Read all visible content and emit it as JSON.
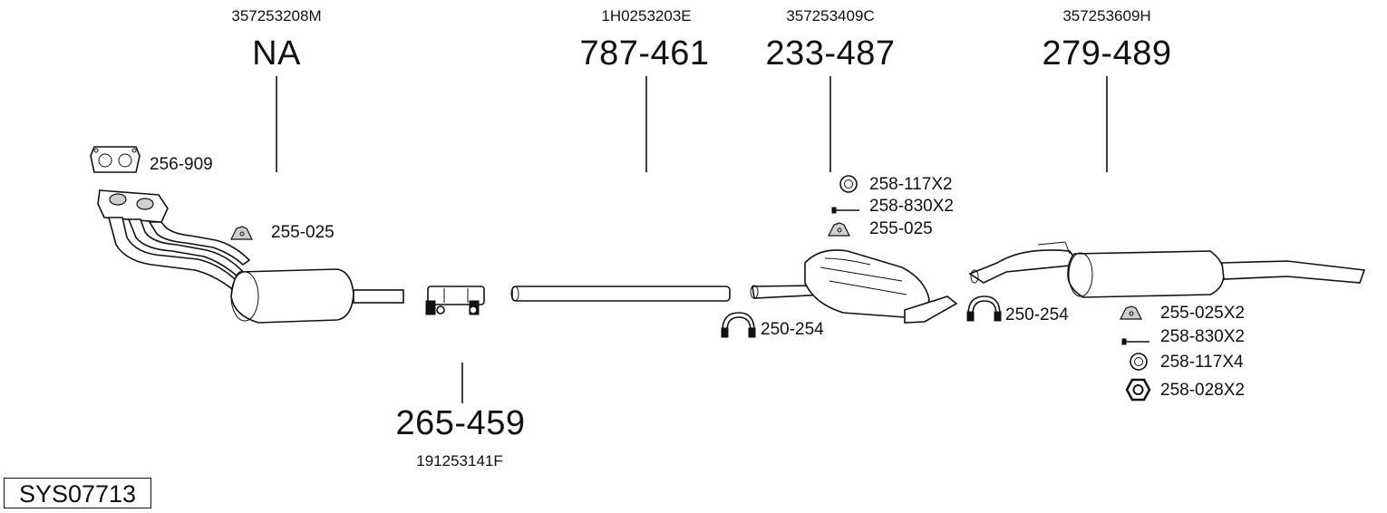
{
  "system_code": "SYS07713",
  "oem_numbers": {
    "front_pipe": "357253208M",
    "clamp": "191253141F",
    "middle_pipe": "1H0253203E",
    "centre_silencer": "357253409C",
    "rear_silencer": "357253609H"
  },
  "part_numbers": {
    "front_pipe": "NA",
    "clamp": "265-459",
    "middle_pipe": "787-461",
    "centre_silencer": "233-487",
    "rear_silencer": "279-489"
  },
  "accessories": {
    "gasket": "256-909",
    "front_hanger": "255-025",
    "centre_ring": "258-117X2",
    "centre_bolt": "258-830X2",
    "centre_hanger": "255-025",
    "centre_clamp": "250-254",
    "rear_clamp": "250-254",
    "rear_hanger": "255-025X2",
    "rear_bolt": "258-830X2",
    "rear_ring": "258-117X4",
    "rear_nut": "258-028X2"
  }
}
